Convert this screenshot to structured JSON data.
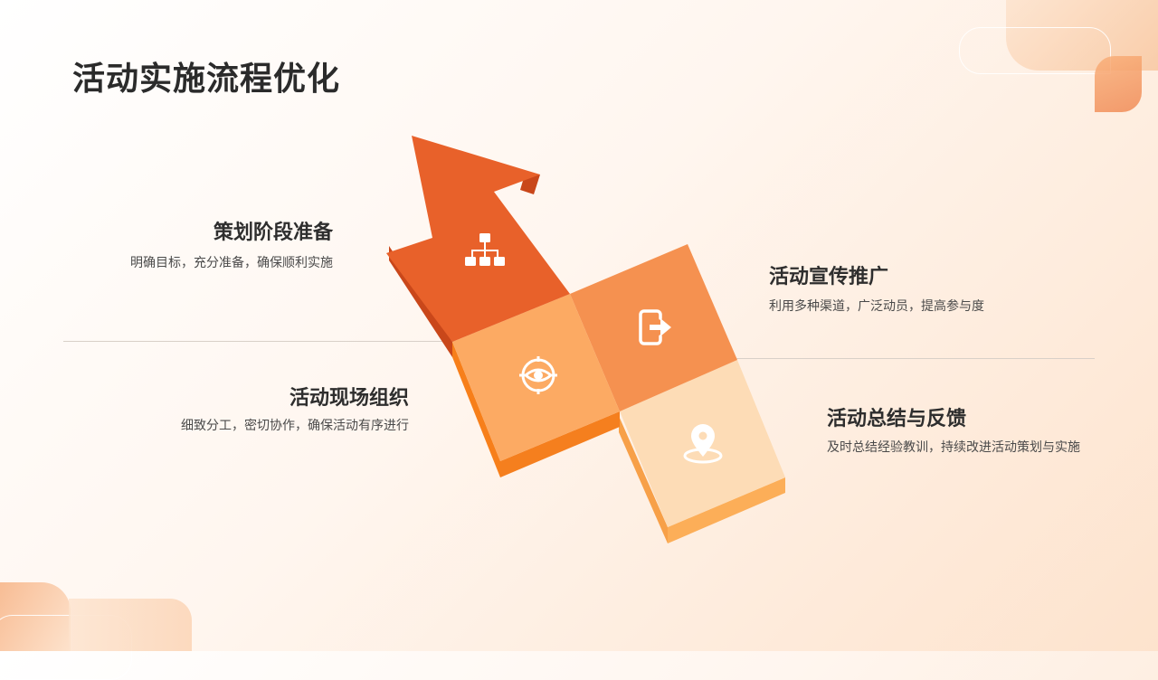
{
  "slide": {
    "title": "活动实施流程优化",
    "steps": [
      {
        "title": "策划阶段准备",
        "desc": "明确目标，充分准备，确保顺利实施",
        "icon": "hierarchy-icon"
      },
      {
        "title": "活动宣传推广",
        "desc": "利用多种渠道，广泛动员，提高参与度",
        "icon": "share-exit-icon"
      },
      {
        "title": "活动现场组织",
        "desc": "细致分工，密切协作，确保活动有序进行",
        "icon": "target-eye-icon"
      },
      {
        "title": "活动总结与反馈",
        "desc": "及时总结经验教训，持续改进活动策划与实施",
        "icon": "location-pin-icon"
      }
    ],
    "colors": {
      "accent_dark": "#e8612a",
      "accent_mid": "#f59150",
      "accent_light": "#fcaa63",
      "accent_pale": "#fddcb6",
      "title_text": "#2b2b2b"
    }
  }
}
